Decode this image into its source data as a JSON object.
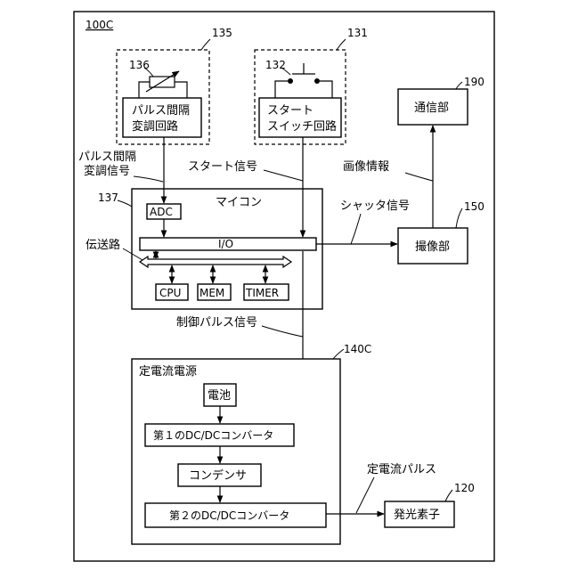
{
  "figure_label": "100C",
  "refs": {
    "pulse_block": "135",
    "start_block": "131",
    "variable_resistor": "136",
    "switch": "132",
    "comm": "190",
    "microcomputer": "137",
    "imaging": "150",
    "power": "140C",
    "led": "120"
  },
  "blocks": {
    "pulse_mod_line1": "パルス間隔",
    "pulse_mod_line2": "変調回路",
    "start_switch_line1": "スタート",
    "start_switch_line2": "スイッチ回路",
    "comm": "通信部",
    "microcomputer": "マイコン",
    "adc": "ADC",
    "io": "I/O",
    "cpu": "CPU",
    "mem": "MEM",
    "timer": "TIMER",
    "imaging": "撮像部",
    "power_title": "定電流電源",
    "battery": "電池",
    "dcdc1": "第１のDC/DCコンバータ",
    "capacitor": "コンデンサ",
    "dcdc2": "第２のDC/DCコンバータ",
    "led": "発光素子"
  },
  "signals": {
    "pulse_interval_signal_line1": "パルス間隔",
    "pulse_interval_signal_line2": "変調信号",
    "start_signal": "スタート信号",
    "image_info": "画像情報",
    "shutter_signal": "シャッタ信号",
    "transmission_path": "伝送路",
    "control_pulse_signal": "制御パルス信号",
    "constant_current_pulse": "定電流パルス"
  }
}
